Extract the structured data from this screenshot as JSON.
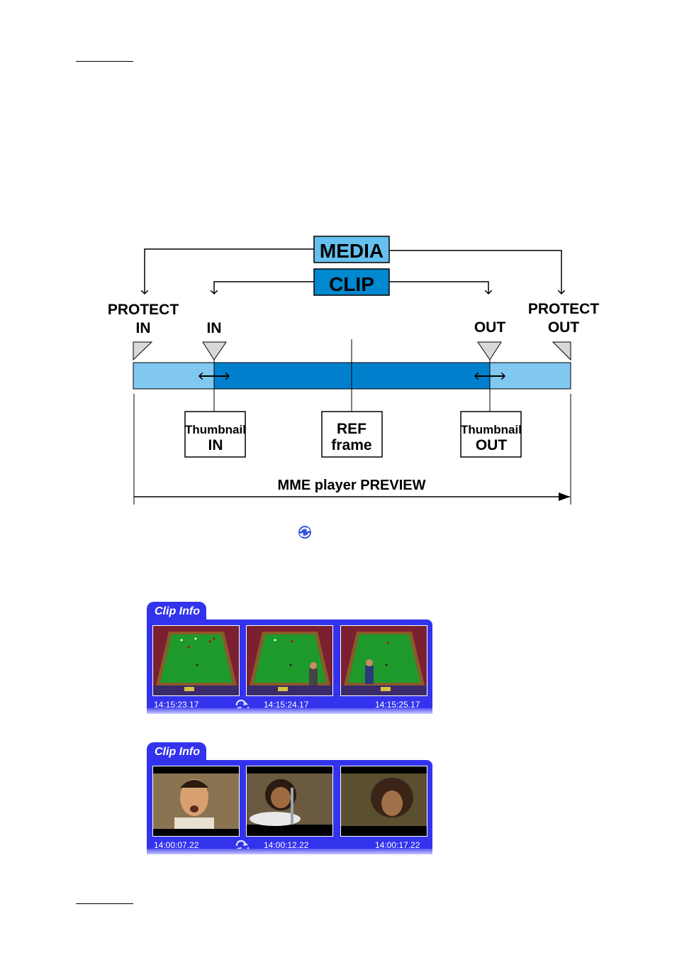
{
  "diagram": {
    "media_label": "MEDIA",
    "clip_label": "CLIP",
    "protect_in_line1": "PROTECT",
    "protect_in_line2": "IN",
    "in_label": "IN",
    "out_label": "OUT",
    "protect_out_line1": "PROTECT",
    "protect_out_line2": "OUT",
    "thumb_in_line1": "Thumbnail",
    "thumb_in_line2": "IN",
    "ref_line1": "REF",
    "ref_line2": "frame",
    "thumb_out_line1": "Thumbnail",
    "thumb_out_line2": "OUT",
    "preview_label": "MME player PREVIEW",
    "colors": {
      "media_fill": "#66c0ee",
      "clip_fill": "#0088d0",
      "bar_light": "#80c8f0",
      "bar_dark": "#0080cc"
    }
  },
  "inline_icon": "loop-icon",
  "panels": [
    {
      "title": "Clip Info",
      "timestamps": [
        "14:15:23.17",
        "14:15:24.17",
        "14:15:25.17"
      ],
      "thumbnails": [
        "snooker-table",
        "snooker-table",
        "snooker-table"
      ]
    },
    {
      "title": "Clip Info",
      "timestamps": [
        "14:00:07.22",
        "14:00:12.22",
        "14:00:17.22"
      ],
      "thumbnails": [
        "man-singing",
        "child-face",
        "child-face"
      ]
    }
  ],
  "colors": {
    "panel_bg": "#3333ee",
    "panel_text": "#ffffff"
  }
}
